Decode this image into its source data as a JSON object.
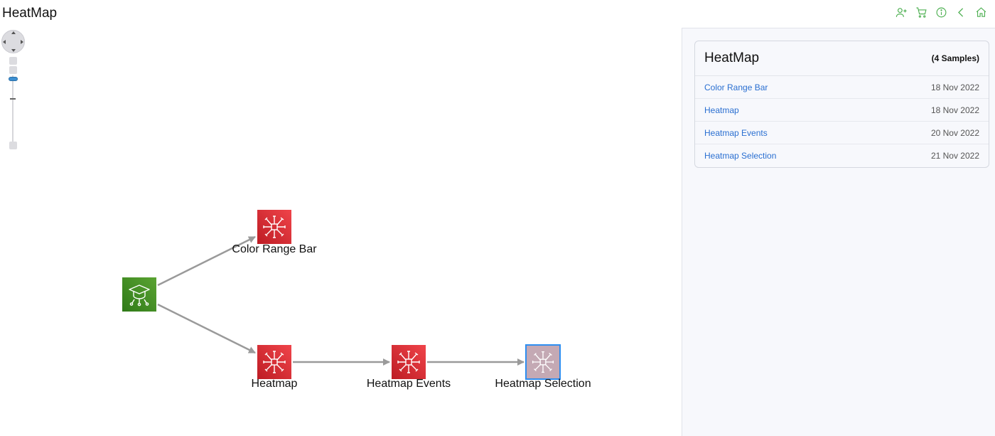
{
  "header": {
    "title": "HeatMap",
    "toolbar": [
      {
        "name": "add-user-icon"
      },
      {
        "name": "cart-icon"
      },
      {
        "name": "info-icon"
      },
      {
        "name": "back-icon"
      },
      {
        "name": "home-icon"
      }
    ],
    "accent": "#4caf50"
  },
  "diagram": {
    "nodes": [
      {
        "id": "root",
        "icon": "graduation-cap-icon",
        "label": "",
        "color": "#3e8e1f"
      },
      {
        "id": "color-range-bar",
        "icon": "heatmap-icon",
        "label": "Color Range Bar",
        "color": "#d9262f"
      },
      {
        "id": "heatmap",
        "icon": "heatmap-icon",
        "label": "Heatmap",
        "color": "#d9262f"
      },
      {
        "id": "heatmap-events",
        "icon": "heatmap-icon",
        "label": "Heatmap Events",
        "color": "#d9262f"
      },
      {
        "id": "heatmap-selection",
        "icon": "heatmap-icon",
        "label": "Heatmap Selection",
        "color": "#c4a9b4",
        "selected": true
      }
    ],
    "edges": [
      {
        "from": "root",
        "to": "color-range-bar"
      },
      {
        "from": "root",
        "to": "heatmap"
      },
      {
        "from": "heatmap",
        "to": "heatmap-events"
      },
      {
        "from": "heatmap-events",
        "to": "heatmap-selection"
      }
    ]
  },
  "panel": {
    "title": "HeatMap",
    "count": "(4 Samples)",
    "samples": [
      {
        "name": "Color Range Bar",
        "date": "18 Nov 2022"
      },
      {
        "name": "Heatmap",
        "date": "18 Nov 2022"
      },
      {
        "name": "Heatmap Events",
        "date": "20 Nov 2022"
      },
      {
        "name": "Heatmap Selection",
        "date": "21 Nov 2022"
      }
    ]
  }
}
